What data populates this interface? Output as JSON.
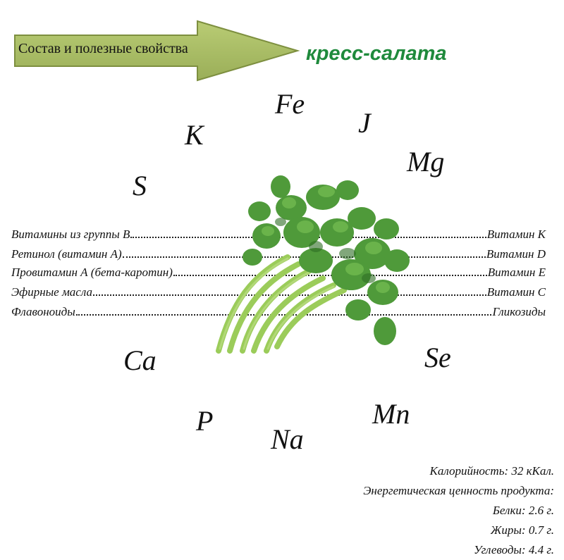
{
  "header": {
    "banner_text": "Состав и полезные свойства",
    "plant_name": "кресс-салата"
  },
  "elements": {
    "fe": "Fe",
    "j": "J",
    "k": "K",
    "mg": "Mg",
    "s": "S",
    "ca": "Ca",
    "se": "Se",
    "p": "P",
    "mn": "Mn",
    "na": "Na"
  },
  "vitamins": {
    "rows": [
      {
        "left": "Витамины из группы В",
        "right": "Витамин K"
      },
      {
        "left": "Ретинол (витамин А)",
        "right": "Витамин D"
      },
      {
        "left": "Провитамин А (бета-каротин)",
        "right": "Витамин E"
      },
      {
        "left": "Эфирные масла",
        "right": "Витамин C"
      },
      {
        "left": "Флавоноиды",
        "right": "Гликозиды"
      }
    ]
  },
  "nutrition": {
    "calories": "Калорийность: 32 кКал.",
    "energy_value": "Энергетическая ценность продукта:",
    "proteins": "Белки: 2.6 г.",
    "fats": "Жиры: 0.7 г.",
    "carbs": "Углеводы: 4.4 г."
  },
  "colors": {
    "arrow_fill": "#a9bd66",
    "arrow_stroke": "#7d8f3f",
    "title_green": "#1f8a3c",
    "leaf_green": "#4f9a3a",
    "stem_green": "#9bcc5a"
  }
}
